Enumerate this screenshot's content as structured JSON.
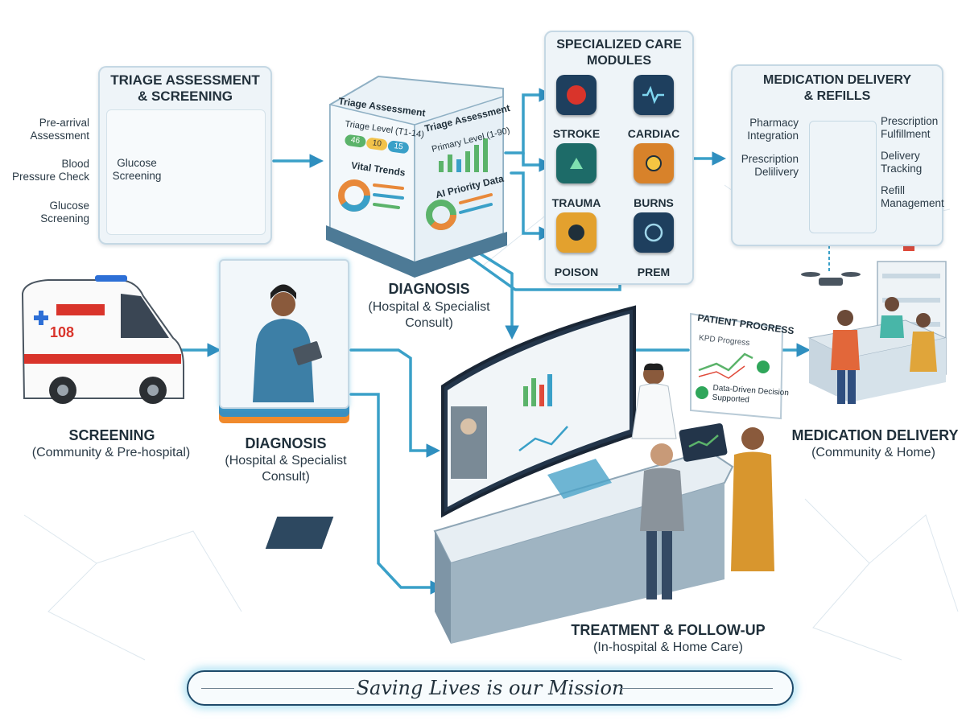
{
  "triage_panel": {
    "title": "TRIAGE ASSESSMENT\n& SCREENING",
    "left_items": [
      "Pre-arrival\nAssessment",
      "Blood\nPressure Check",
      "Glucose\nScreening"
    ],
    "inner_label": "Glucose\nScreening"
  },
  "dashboard_cube": {
    "left_title": "Triage Assessment",
    "left_level": "Triage Level (T1-14)",
    "badges": [
      "46",
      "10",
      "15"
    ],
    "left_section": "Vital Trends",
    "right_title": "Triage Assessment",
    "right_level": "Primary Level (1-90)",
    "right_section": "AI Priority Data"
  },
  "modules_panel": {
    "title": "SPECIALIZED CARE\nMODULES",
    "modules": [
      "STROKE",
      "CARDIAC",
      "TRAUMA",
      "BURNS",
      "POISON",
      "PREM"
    ]
  },
  "medication_panel": {
    "title": "MEDICATION DELIVERY\n& REFILLS",
    "left_items": [
      "Pharmacy\nIntegration",
      "Prescription\nDelilivery"
    ],
    "right_items": [
      "Prescription\nFulfillment",
      "Delivery\nTracking",
      "Refill\nManagement"
    ]
  },
  "ambulance": {
    "number": "108"
  },
  "stages": {
    "diagnosis_top": {
      "title": "DIAGNOSIS",
      "sub": "(Hospital & Specialist\nConsult)"
    },
    "screening": {
      "title": "SCREENING",
      "sub": "(Community & Pre-hospital)"
    },
    "diagnosis": {
      "title": "DIAGNOSIS",
      "sub": "(Hospital & Specialist\nConsult)"
    },
    "medication": {
      "title": "MEDICATION DELIVERY",
      "sub": "(Community & Home)"
    },
    "treatment": {
      "title": "TREATMENT & FOLLOW-UP",
      "sub": "(In-hospital & Home Care)"
    }
  },
  "patient_progress": {
    "title": "PATIENT PROGRESS",
    "chart_label": "KPD Progress",
    "support": "Data-Driven Decision\nSupported"
  },
  "mission": {
    "text": "Saving Lives is our Mission"
  },
  "colors": {
    "flow": "#3aa0c8",
    "panel_border": "#c5d8e4",
    "nurse": "#3d7fa6"
  }
}
